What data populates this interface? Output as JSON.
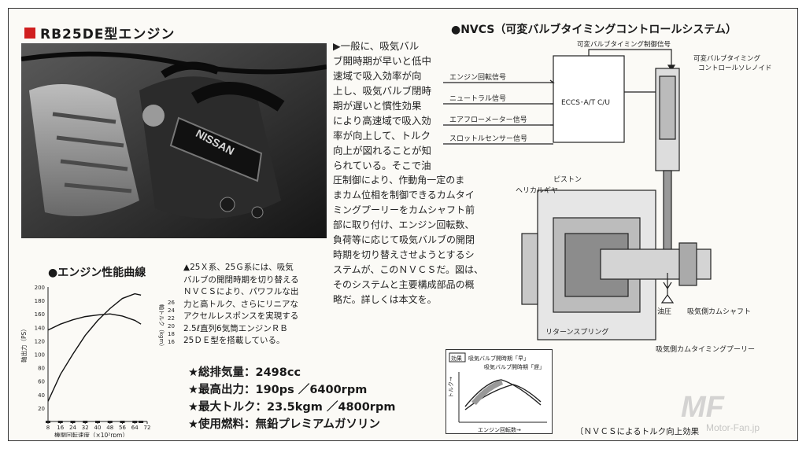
{
  "heading": {
    "title": "RB25DE型エンジン",
    "colors": {
      "accent": "#d01f1f"
    }
  },
  "photo": {
    "engine_text": "NISSAN"
  },
  "perf": {
    "heading": "●エンジン性能曲線",
    "left_axis": {
      "label": "軸出力（PS）",
      "ticks": [
        "200",
        "180",
        "160",
        "140",
        "120",
        "100",
        "80",
        "60",
        "40",
        "20"
      ]
    },
    "right_axis": {
      "label": "軸トルク（kgm）",
      "ticks": [
        "26",
        "24",
        "22",
        "20",
        "18",
        "16"
      ]
    },
    "x_axis": {
      "label": "機関回転速度（×10²rpm）",
      "ticks": [
        "8",
        "16",
        "24",
        "32",
        "40",
        "48",
        "56",
        "64",
        "72"
      ]
    }
  },
  "chart_data": {
    "type": "line",
    "x": [
      8,
      16,
      24,
      32,
      40,
      48,
      56,
      64,
      68
    ],
    "series": [
      {
        "values_left": [
          30,
          70,
          100,
          128,
          150,
          168,
          183,
          190,
          188
        ]
      },
      {
        "values_right": [
          20.5,
          21.6,
          22.4,
          23.0,
          23.3,
          23.5,
          23.1,
          22.3,
          21.6
        ]
      }
    ],
    "xlim": [
      8,
      72
    ],
    "ylim_left": [
      0,
      200
    ]
  },
  "caption1": [
    "▲25Ｘ系、25Ｇ系には、吸気",
    "バルブの開閉時期を切り替える",
    "ＮＶＣＳにより、パワフルな出",
    "力と高トルク、さらにリニアな",
    "アクセルレスポンスを実現する",
    "2.5ℓ直列6気筒エンジンＲＢ",
    "25ＤＥ型を搭載している。"
  ],
  "specs": [
    "★総排気量：2498cc",
    "★最高出力：190ps ／6400rpm",
    "★最大トルク：23.5kgm ／4800rpm",
    "★使用燃料：無鉛プレミアムガソリン"
  ],
  "body_text": [
    "▶一般に、吸気バル",
    "ブ開時期が早いと低中",
    "速域で吸入効率が向",
    "上し、吸気バルブ閉時",
    "期が遅いと慣性効果",
    "により高速域で吸入効",
    "率が向上して、トルク",
    "向上が図れることが知",
    "られている。そこで油",
    "圧制御により、作動角一定のま",
    "まカム位相を制御できるカムタイ",
    "ミングプーリーをカムシャフト前",
    "部に取り付け、エンジン回転数、",
    "負荷等に応じて吸気バルブの開閉",
    "時期を切り替えさせようとするシ",
    "ステムが、このＮＶＣＳだ。図は、",
    "そのシステムと主要構成部品の概",
    "略だ。詳しくは本文を。"
  ],
  "nvcs": {
    "heading": "●NVCS（可変バルブタイミングコントロールシステム）",
    "control_signal": "可変バルブタイミング制御信号",
    "solenoid": [
      "可変バルブタイミング",
      "コントロールソレノイド"
    ],
    "inputs": [
      "エンジン回転信号",
      "ニュートラル信号",
      "エアフローメーター信号",
      "スロットルセンサー信号"
    ],
    "ecu": "ECCS･A/T C/U",
    "piston": "ピストン",
    "helical": "ヘリカルギヤ",
    "oil": "油圧",
    "camshaft": "吸気側カムシャフト",
    "spring": "リターンスプリング",
    "pulley": "吸気側カムタイミングプーリー"
  },
  "effect": {
    "tag": "効果",
    "early": "吸気バルブ開時期「早」",
    "late": "吸気バルブ開時期「遅」",
    "ylabel": "トルク→",
    "xlabel": "エンジン回転数→",
    "caption": "〔ＮＶＣＳによるトルク向上効果"
  },
  "watermark": {
    "logo_text": "MF",
    "site": "Motor-Fan.jp"
  }
}
